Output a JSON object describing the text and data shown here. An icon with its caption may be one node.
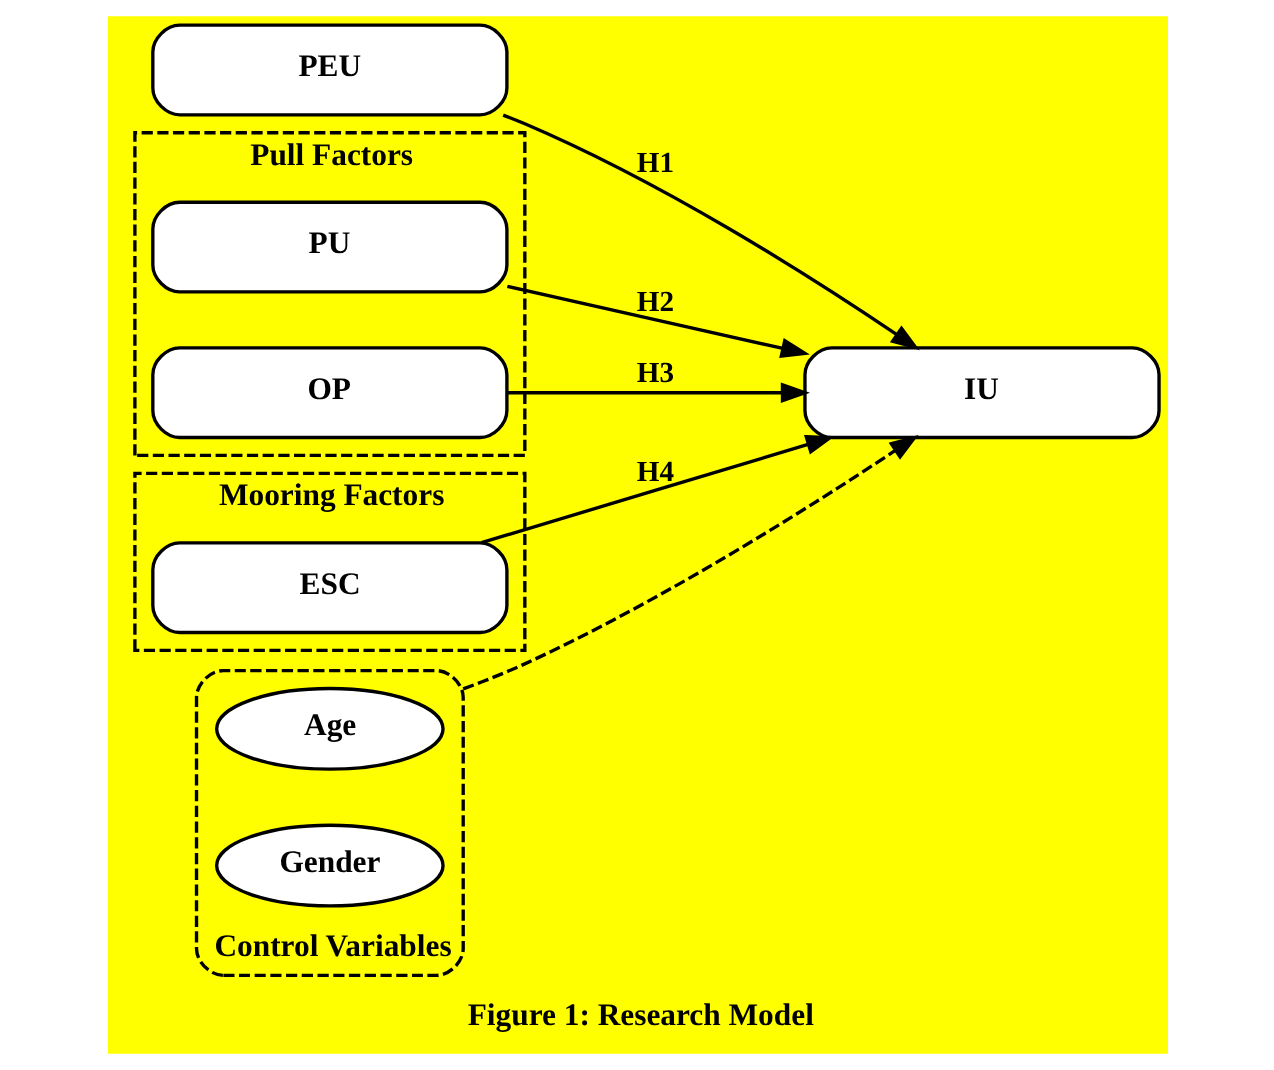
{
  "diagram": {
    "caption": "Figure 1: Research Model",
    "nodes": [
      {
        "text": [
          "PEU"
        ]
      },
      {
        "text": [
          "Pull Factors"
        ]
      },
      {
        "text": [
          "PU"
        ],
        "in": 1
      },
      {
        "text": [
          "OP"
        ],
        "in": 1
      },
      {
        "text": [
          "Mooring Factors"
        ]
      },
      {
        "text": [
          "ESC"
        ],
        "in": 4
      },
      {
        "text": [
          "IU"
        ]
      },
      {
        "text": [
          "Control Variables"
        ]
      },
      {
        "text": [
          "Age"
        ],
        "in": 7
      },
      {
        "text": [
          "Gender"
        ],
        "in": 7
      }
    ],
    "edges": [
      {
        "from": 0,
        "to": 6,
        "arrow": "to",
        "label": "H1"
      },
      {
        "from": 2,
        "to": 6,
        "arrow": "to",
        "label": "H2"
      },
      {
        "from": 3,
        "to": 6,
        "arrow": "to",
        "label": "H3"
      },
      {
        "from": 5,
        "to": 6,
        "arrow": "to",
        "label": "H4"
      },
      {
        "from": 7,
        "to": 6,
        "arrow": "to",
        "style": "dashed"
      }
    ]
  }
}
